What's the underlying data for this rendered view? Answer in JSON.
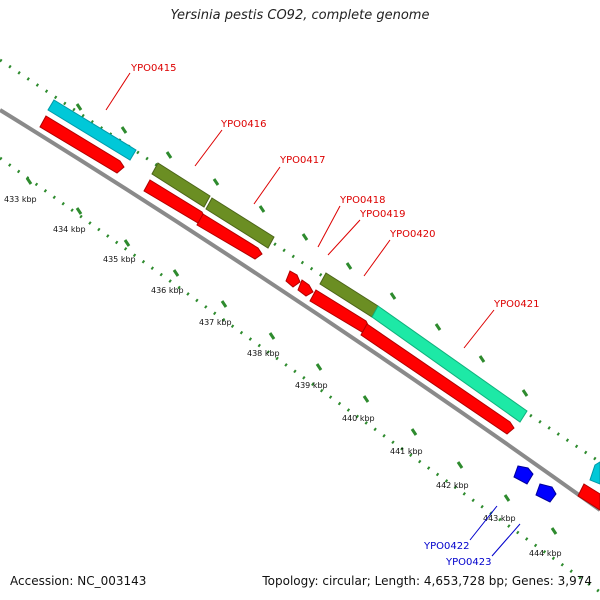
{
  "title": "Yersinia pestis CO92, complete genome",
  "footer": {
    "accession": "Accession: NC_003143",
    "summary": "Topology: circular; Length: 4,653,728 bp; Genes: 3,974"
  },
  "colors": {
    "backbone": "#8a8a8a",
    "forward_cds": "#ff0000",
    "reverse_cds": "#0000ff",
    "cyan_feature": "#00c8d8",
    "olive_feature": "#6b8e23",
    "teal_feature": "#1de9a6",
    "tick_green": "#2e8b2e",
    "label_red": "#dd0000",
    "label_blue": "#0000cc"
  },
  "ticks": [
    "433 kbp",
    "434 kbp",
    "435 kbp",
    "436 kbp",
    "437 kbp",
    "438 kbp",
    "439 kbp",
    "440 kbp",
    "441 kbp",
    "442 kbp",
    "443 kbp",
    "444 kbp"
  ],
  "genes_red": [
    "YPO0415",
    "YPO0416",
    "YPO0417",
    "YPO0418",
    "YPO0419",
    "YPO0420",
    "YPO0421"
  ],
  "genes_blue": [
    "YPO0422",
    "YPO0423"
  ]
}
